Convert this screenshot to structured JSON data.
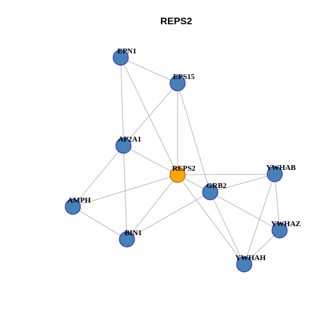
{
  "title": "REPS2",
  "colors": {
    "node_fill": "#4682b4",
    "node_stroke": "#1a1acd",
    "focus_fill": "#ffa500",
    "focus_stroke": "#8b5a00",
    "edge": "#a8a8a8"
  },
  "nodes": [
    {
      "id": "EPN1",
      "label": "EPN1",
      "focus": false
    },
    {
      "id": "EPS15",
      "label": "EPS15",
      "focus": false
    },
    {
      "id": "AP2A1",
      "label": "AP2A1",
      "focus": false
    },
    {
      "id": "REPS2",
      "label": "REPS2",
      "focus": true
    },
    {
      "id": "YWHAB",
      "label": "YWHAB",
      "focus": false
    },
    {
      "id": "GRB2",
      "label": "GRB2",
      "focus": false
    },
    {
      "id": "AMPH",
      "label": "AMPH",
      "focus": false
    },
    {
      "id": "YWHAZ",
      "label": "YWHAZ",
      "focus": false
    },
    {
      "id": "BIN1",
      "label": "BIN1",
      "focus": false
    },
    {
      "id": "YWHAH",
      "label": "YWHAH",
      "focus": false
    }
  ],
  "edges": [
    [
      "EPN1",
      "EPS15"
    ],
    [
      "EPN1",
      "AP2A1"
    ],
    [
      "EPN1",
      "REPS2"
    ],
    [
      "EPS15",
      "AP2A1"
    ],
    [
      "EPS15",
      "REPS2"
    ],
    [
      "EPS15",
      "GRB2"
    ],
    [
      "AP2A1",
      "REPS2"
    ],
    [
      "AP2A1",
      "AMPH"
    ],
    [
      "AP2A1",
      "BIN1"
    ],
    [
      "REPS2",
      "GRB2"
    ],
    [
      "REPS2",
      "YWHAB"
    ],
    [
      "REPS2",
      "AMPH"
    ],
    [
      "REPS2",
      "BIN1"
    ],
    [
      "REPS2",
      "YWHAH"
    ],
    [
      "GRB2",
      "YWHAB"
    ],
    [
      "GRB2",
      "YWHAZ"
    ],
    [
      "GRB2",
      "YWHAH"
    ],
    [
      "GRB2",
      "BIN1"
    ],
    [
      "YWHAB",
      "YWHAZ"
    ],
    [
      "YWHAB",
      "YWHAH"
    ],
    [
      "YWHAZ",
      "YWHAH"
    ],
    [
      "AMPH",
      "BIN1"
    ]
  ]
}
